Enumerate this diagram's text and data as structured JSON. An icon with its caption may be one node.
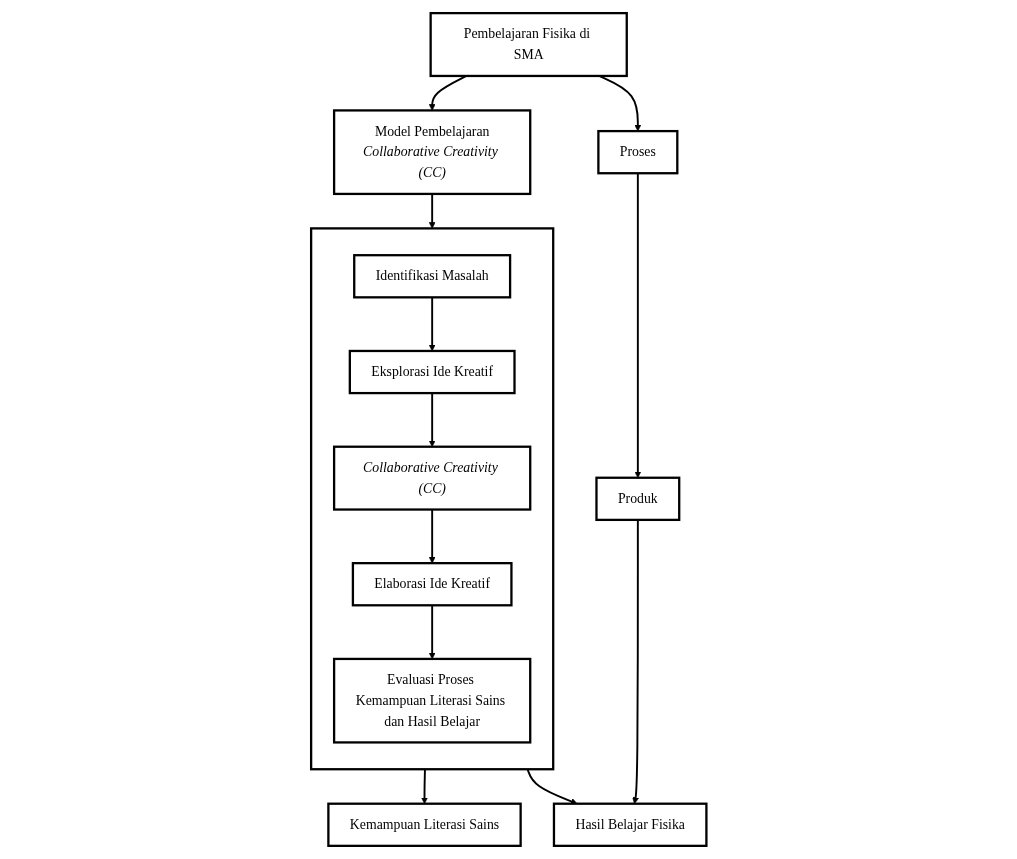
{
  "diagram": {
    "nodes": [
      {
        "text": [
          "Model Pembelajaran",
          "Collaborative Creativity (CC)"
        ]
      },
      {
        "text": [
          "Pembelajaran Fisika di SMA"
        ]
      },
      {
        "text": [],
        "shape": "box"
      },
      {
        "text": [
          "Identifikasi Masalah"
        ],
        "in": 2
      },
      {
        "text": [
          "Eksplorasi Ide Kreatif"
        ],
        "in": 2
      },
      {
        "text": [
          "Collaborative Creativity (CC)"
        ],
        "in": 2
      },
      {
        "text": [
          "Elaborasi Ide Kreatif"
        ],
        "in": 2
      },
      {
        "text": [
          "Evaluasi Proses Kemampuan Literasi Sains dan Hasil Belajar"
        ],
        "in": 2
      },
      {
        "text": [
          "Proses"
        ]
      },
      {
        "text": [
          "Kemampuan Literasi Sains"
        ]
      },
      {
        "text": [
          "Hasil Belajar Fisika"
        ]
      },
      {
        "text": [
          "Produk"
        ]
      }
    ],
    "edges": [
      {
        "from": 1,
        "to": 0,
        "arrow": "to"
      },
      {
        "from": 0,
        "to": 2,
        "arrow": "to"
      },
      {
        "from": 3,
        "to": 4,
        "arrow": "to"
      },
      {
        "from": 4,
        "to": 5,
        "arrow": "to"
      },
      {
        "from": 5,
        "to": 6,
        "arrow": "to"
      },
      {
        "from": 6,
        "to": 7,
        "arrow": "to"
      },
      {
        "from": 1,
        "to": 8,
        "arrow": "to"
      },
      {
        "from": 8,
        "to": 11,
        "arrow": "to"
      },
      {
        "from": 2,
        "to": 9,
        "arrow": "to"
      },
      {
        "from": 2,
        "to": 10,
        "arrow": "to"
      },
      {
        "from": 11,
        "to": 10,
        "arrow": "to"
      }
    ]
  }
}
